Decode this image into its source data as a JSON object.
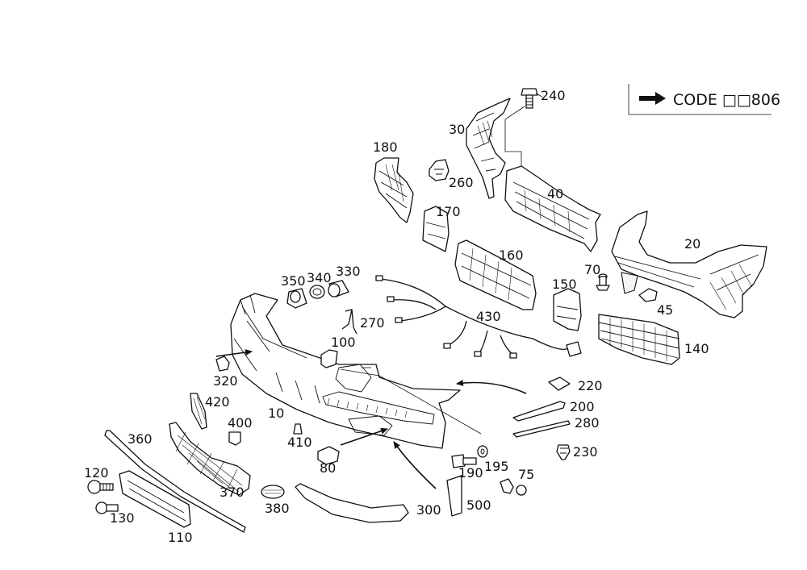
{
  "code_box": {
    "text": "CODE □□806",
    "arrow_icon": "right-arrow-icon"
  },
  "callouts": {
    "p10": "10",
    "p20": "20",
    "p30": "30",
    "p40": "40",
    "p45": "45",
    "p70": "70",
    "p75": "75",
    "p80": "80",
    "p100": "100",
    "p110": "110",
    "p120": "120",
    "p130": "130",
    "p140": "140",
    "p150": "150",
    "p160": "160",
    "p170": "170",
    "p180": "180",
    "p190": "190",
    "p195": "195",
    "p200": "200",
    "p220": "220",
    "p230": "230",
    "p240": "240",
    "p260": "260",
    "p270": "270",
    "p280": "280",
    "p300": "300",
    "p320": "320",
    "p330": "330",
    "p340": "340",
    "p350": "350",
    "p360": "360",
    "p370": "370",
    "p380": "380",
    "p400": "400",
    "p410": "410",
    "p420": "420",
    "p430": "430",
    "p500": "500"
  }
}
